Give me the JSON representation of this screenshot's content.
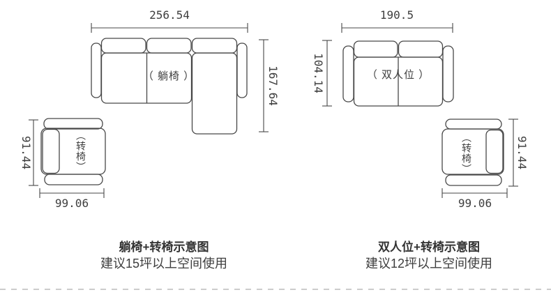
{
  "colors": {
    "line": "#474747",
    "text": "#3e3e3e",
    "caption_title": "#333333",
    "divider": "#cccccc",
    "background": "#ffffff"
  },
  "left_diagram": {
    "sofa": {
      "width": "256.54",
      "depth": "167.64",
      "label": "（ 躺椅 ）"
    },
    "chair": {
      "depth": "91.44",
      "width": "99.06",
      "label": "（转椅）"
    },
    "caption": {
      "title": "躺椅+转椅示意图",
      "subtitle": "建议15坪以上空间使用"
    }
  },
  "right_diagram": {
    "sofa": {
      "width": "190.5",
      "depth": "104.14",
      "label": "（ 双人位 ）"
    },
    "chair": {
      "depth": "91.44",
      "width": "99.06",
      "label": "（转椅）"
    },
    "caption": {
      "title": "双人位+转椅示意图",
      "subtitle": "建议12坪以上空间使用"
    }
  }
}
